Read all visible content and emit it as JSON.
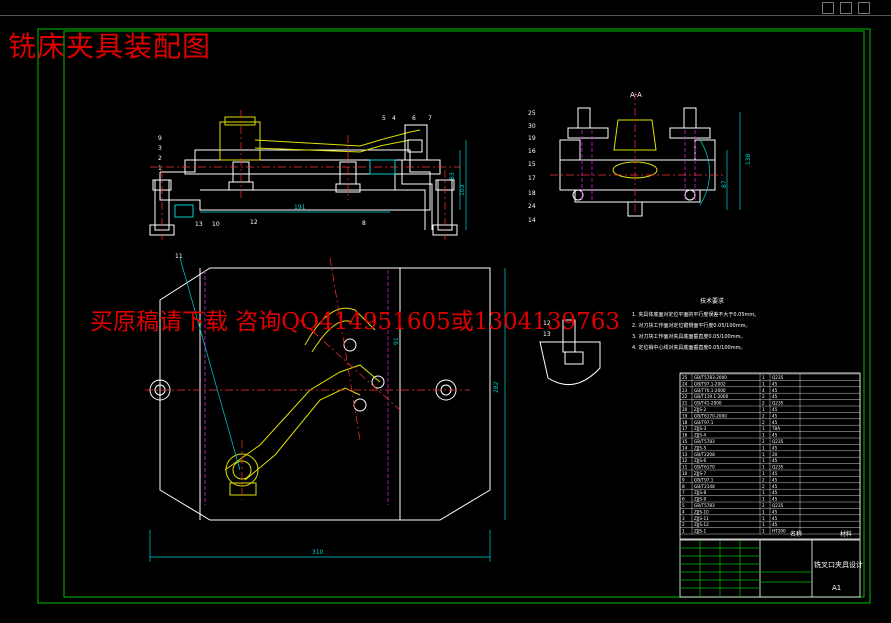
{
  "drawing": {
    "title": "铣床夹具装配图",
    "watermark": "买原稿请下载 咨询QQ414951605或1304139763",
    "section_label": "A-A",
    "note_heading": "技术要求",
    "note_lines": [
      "1. 夹具体底面对定位平面的平行度误差不大于0.05mm。",
      "2. 对刀块工作面对定位键侧面平行度0.05/100mm。",
      "3. 对刀块工作面对夹具底面垂直度0.05/100mm。",
      "4. 定位销中心线对夹具底面垂直度0.05/100mm。"
    ],
    "dimensions": {
      "front_width": "191",
      "front_height_a": "83",
      "front_height_b": "103",
      "side_height_a": "138",
      "side_height_b": "87",
      "plan_width": "310",
      "plan_height": "282",
      "plan_center": "91"
    },
    "callouts_front": [
      "9",
      "3",
      "2",
      "1",
      "5",
      "4",
      "6",
      "7",
      "8",
      "12",
      "13",
      "10"
    ],
    "callouts_side": [
      "25",
      "30",
      "19",
      "16",
      "15",
      "17",
      "18",
      "24",
      "14"
    ],
    "callouts_plan": [
      "11",
      "12",
      "13"
    ],
    "title_block": {
      "design_name": "铣叉口夹具设计",
      "sheet_size": "A1",
      "col_name": "名称",
      "col_material": "材料"
    },
    "parts_rows": [
      [
        "25",
        "GB/T5783-2000",
        "1",
        "Q235"
      ],
      [
        "24",
        "GB/T97.1-2002",
        "1",
        "45"
      ],
      [
        "23",
        "GB/T70.1-2000",
        "4",
        "45"
      ],
      [
        "22",
        "GB/T119.1-2000",
        "2",
        "45"
      ],
      [
        "21",
        "GB/T41-2000",
        "2",
        "Q235"
      ],
      [
        "20",
        "ZJJS-2",
        "1",
        "45"
      ],
      [
        "19",
        "GB/T6170-2000",
        "2",
        "45"
      ],
      [
        "18",
        "GB/T97.1",
        "2",
        "45"
      ],
      [
        "17",
        "ZJJS-3",
        "1",
        "T8A"
      ],
      [
        "16",
        "ZJJS-4",
        "1",
        "45"
      ],
      [
        "15",
        "GB/T5783",
        "2",
        "Q235"
      ],
      [
        "14",
        "ZJJS-5",
        "1",
        "45"
      ],
      [
        "13",
        "GB/T2208",
        "1",
        "20"
      ],
      [
        "12",
        "ZJJS-6",
        "1",
        "45"
      ],
      [
        "11",
        "GB/T6170",
        "1",
        "Q235"
      ],
      [
        "10",
        "ZJJS-7",
        "1",
        "45"
      ],
      [
        "9",
        "GB/T97.1",
        "2",
        "45"
      ],
      [
        "8",
        "GB/T2148",
        "2",
        "45"
      ],
      [
        "7",
        "ZJJS-8",
        "1",
        "45"
      ],
      [
        "6",
        "ZJJS-9",
        "1",
        "45"
      ],
      [
        "5",
        "GB/T5783",
        "2",
        "Q235"
      ],
      [
        "4",
        "ZJJS-10",
        "1",
        "45"
      ],
      [
        "3",
        "ZJJS-11",
        "1",
        "45"
      ],
      [
        "2",
        "ZJJS-12",
        "1",
        "45"
      ],
      [
        "1",
        "ZJJS-1",
        "1",
        "HT200"
      ]
    ],
    "colors": {
      "background": "#000000",
      "frame": "#00c000",
      "part": "#ffffff",
      "center_line": "#ff3030",
      "hidden_line": "#d020d0",
      "workpiece": "#e0e000",
      "dimension": "#00d0d0",
      "annotation_red": "#e00000"
    }
  }
}
